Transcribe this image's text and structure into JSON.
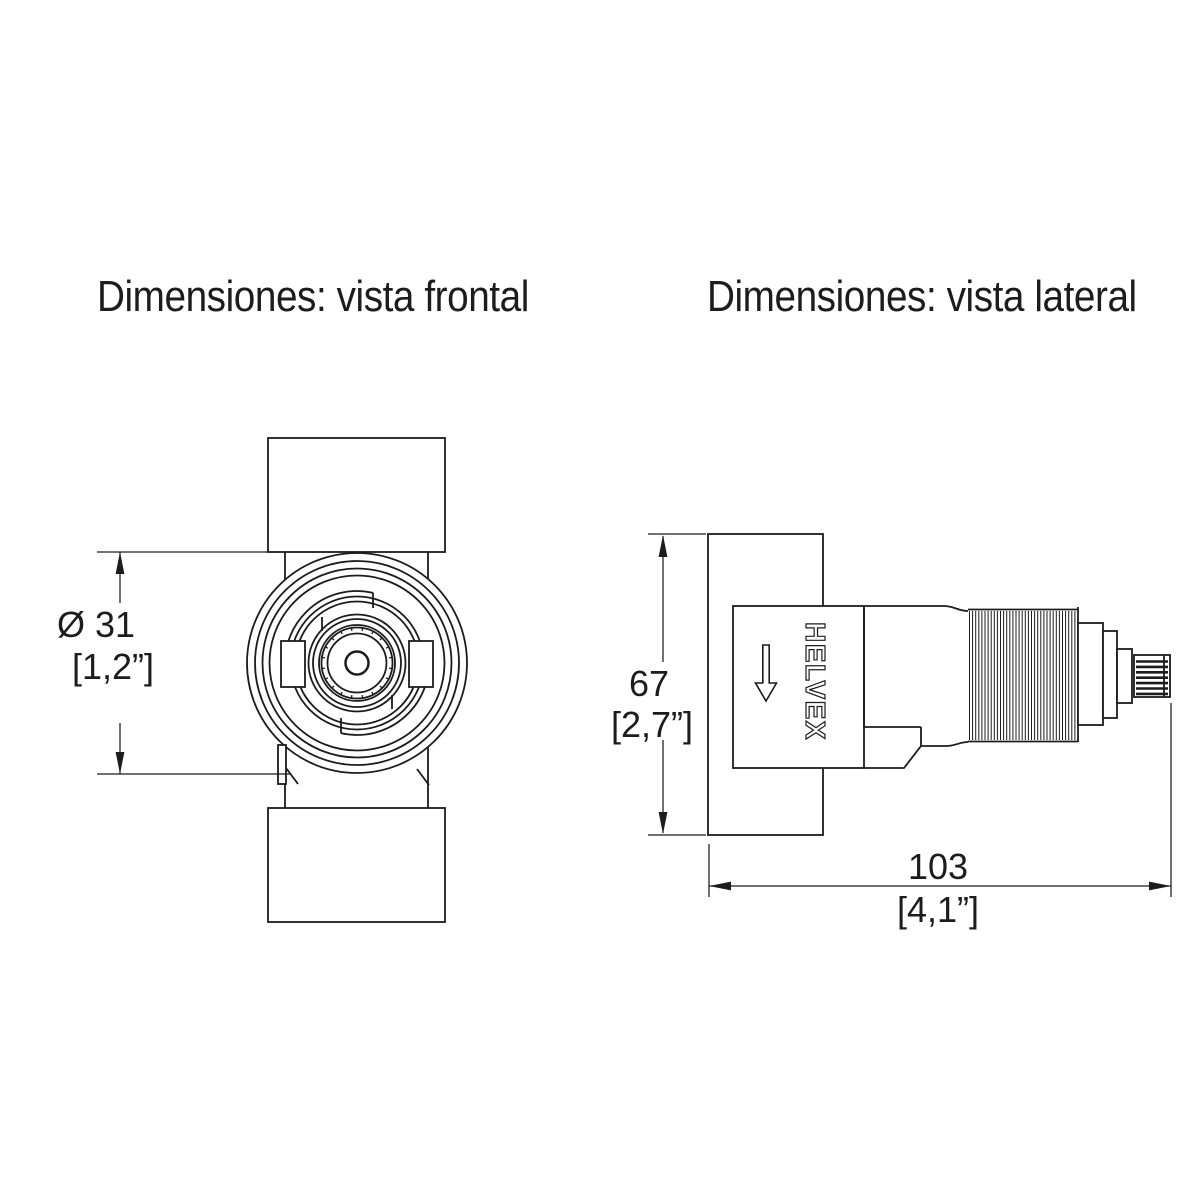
{
  "titles": {
    "front": "Dimensiones: vista frontal",
    "side": "Dimensiones: vista lateral"
  },
  "front_view": {
    "name": "vista frontal",
    "dimensions": {
      "diameter": "Ø 31",
      "diameter_inches": "[1,2”]"
    }
  },
  "side_view": {
    "name": "vista lateral",
    "brand": "HELVEX",
    "dimensions": {
      "height": "67",
      "height_inches": "[2,7”]",
      "width": "103",
      "width_inches": "[4,1”]"
    }
  },
  "icons": {
    "flow_direction": "arrow-down-icon"
  },
  "colors": {
    "line": "#1c1c1c",
    "background": "#ffffff"
  }
}
